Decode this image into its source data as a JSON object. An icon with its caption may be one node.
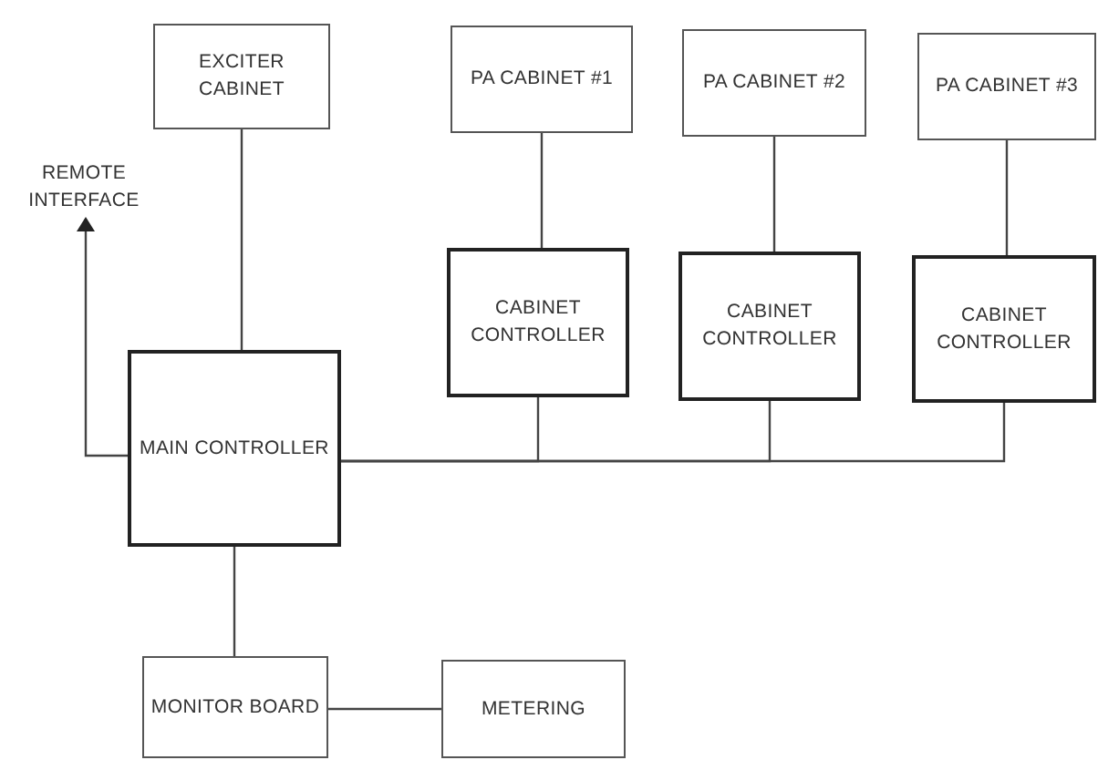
{
  "diagram": {
    "nodes": [
      {
        "text": [
          "EXCITER CABINET"
        ]
      },
      {
        "text": [
          "PA CABINET #1"
        ]
      },
      {
        "text": [
          "PA CABINET #2"
        ]
      },
      {
        "text": [
          "PA CABINET #3"
        ]
      },
      {
        "text": [
          "REMOTE INTERFACE"
        ]
      },
      {
        "text": [
          "CABINET CONTROLLER"
        ]
      },
      {
        "text": [
          "CABINET CONTROLLER"
        ]
      },
      {
        "text": [
          "CABINET CONTROLLER"
        ]
      },
      {
        "text": [
          "MAIN CONTROLLER"
        ]
      },
      {
        "text": [
          "MONITOR BOARD"
        ]
      },
      {
        "text": [
          "METERING"
        ]
      }
    ],
    "edges": [
      {
        "from": 0,
        "to": 8,
        "arrow": "none"
      },
      {
        "from": 1,
        "to": 5,
        "arrow": "none"
      },
      {
        "from": 2,
        "to": 6,
        "arrow": "none"
      },
      {
        "from": 3,
        "to": 7,
        "arrow": "none"
      },
      {
        "from": 8,
        "to": 4,
        "arrow": "to"
      },
      {
        "from": 8,
        "to": 5,
        "arrow": "none"
      },
      {
        "from": 8,
        "to": 6,
        "arrow": "none"
      },
      {
        "from": 8,
        "to": 7,
        "arrow": "none"
      },
      {
        "from": 8,
        "to": 9,
        "arrow": "none"
      },
      {
        "from": 9,
        "to": 10,
        "arrow": "none"
      }
    ]
  }
}
